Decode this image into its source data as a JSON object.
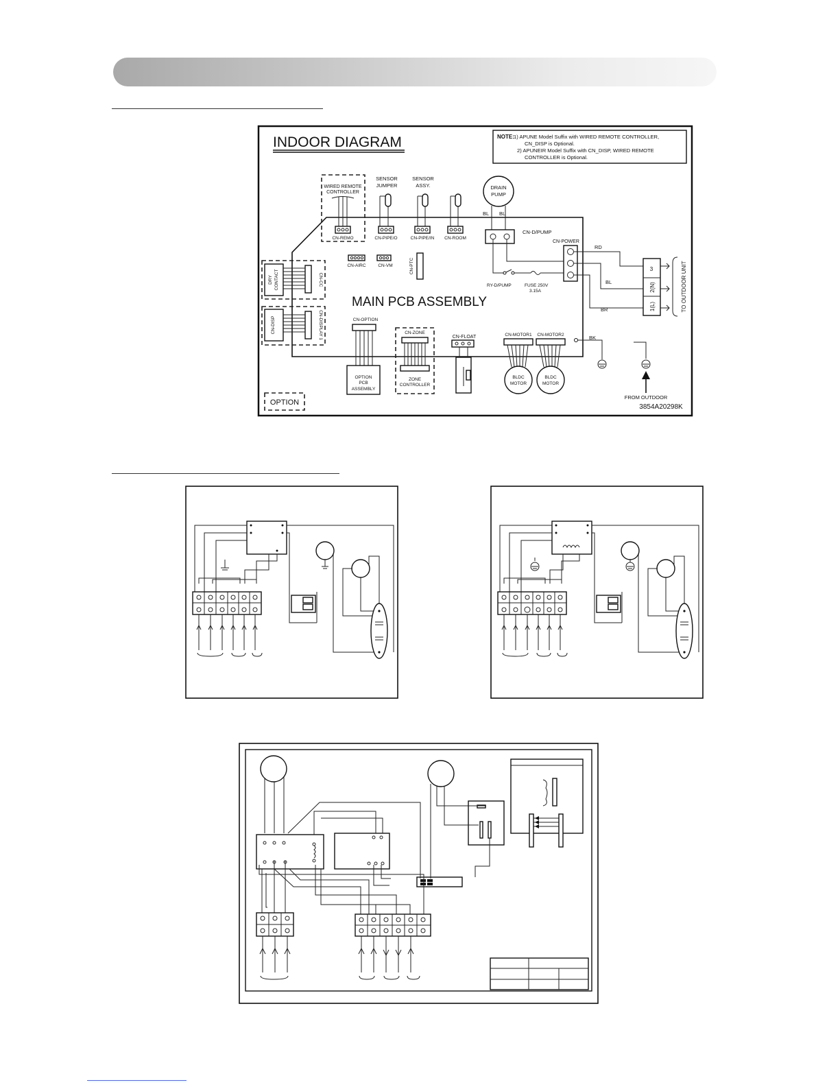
{
  "indoor": {
    "title": "INDOOR DIAGRAM",
    "note_label": "NOTE:",
    "note_line1": "1) APUNE Model Suffix  with WIRED REMOTE CONTROLLER,",
    "note_line2": "CN_DISP is Optional.",
    "note_line3": "2) APUNEIR Model Suffix with CN_DISP, WIRED REMOTE",
    "note_line4": "CONTROLLER is Optional.",
    "wired_remote_1": "WIRED REMOTE",
    "wired_remote_2": "CONTROLLER",
    "sensor_jumper_1": "SENSOR",
    "sensor_jumper_2": "JUMPER",
    "sensor_assy_1": "SENSOR",
    "sensor_assy_2": "ASSY.",
    "drain_pump_1": "DRAIN",
    "drain_pump_2": "PUMP",
    "cn_remo": "CN-REMO",
    "cn_pipe_o": "CN-PIPE/O",
    "cn_pipe_in": "CN-PIPE/IN",
    "cn_room": "CN-ROOM",
    "cn_d_pump": "CN-D/PUMP",
    "bl": "BL",
    "cn_power": "CN-POWER",
    "rd": "RD",
    "br": "BR",
    "bk": "BK",
    "cn_airc": "CN-AIRC",
    "cn_vm": "CN-VM",
    "cn_ptc": "CN-PTC",
    "dry_contact_1": "DRY",
    "dry_contact_2": "CONTACT",
    "cn_cc": "CN-CC",
    "cn_disp": "CN-DISP",
    "cn_display1": "CN-DISPLAY 1",
    "main_pcb": "MAIN PCB ASSEMBLY",
    "ry_d_pump": "RY-D/PUMP",
    "fuse_1": "FUSE 250V",
    "fuse_2": "3.15A",
    "terminal_3": "3",
    "terminal_2n": "2(N)",
    "terminal_1l": "1(L)",
    "to_outdoor": "TO OUTDOOR UNIT",
    "cn_option": "CN-OPTION",
    "option_pcb_1": "OPTION",
    "option_pcb_2": "PCB",
    "option_pcb_3": "ASSEMBLY",
    "cn_zone": "CN-ZONE",
    "zone_ctrl_1": "ZONE",
    "zone_ctrl_2": "CONTROLLER",
    "cn_float": "CN-FLOAT",
    "cn_motor1": "CN-MOTOR1",
    "cn_motor2": "CN-MOTOR2",
    "bldc": "BLDC",
    "motor": "MOTOR",
    "from_outdoor": "FROM OUTDOOR",
    "option_legend": "OPTION",
    "part_number": "3854A20298K"
  }
}
